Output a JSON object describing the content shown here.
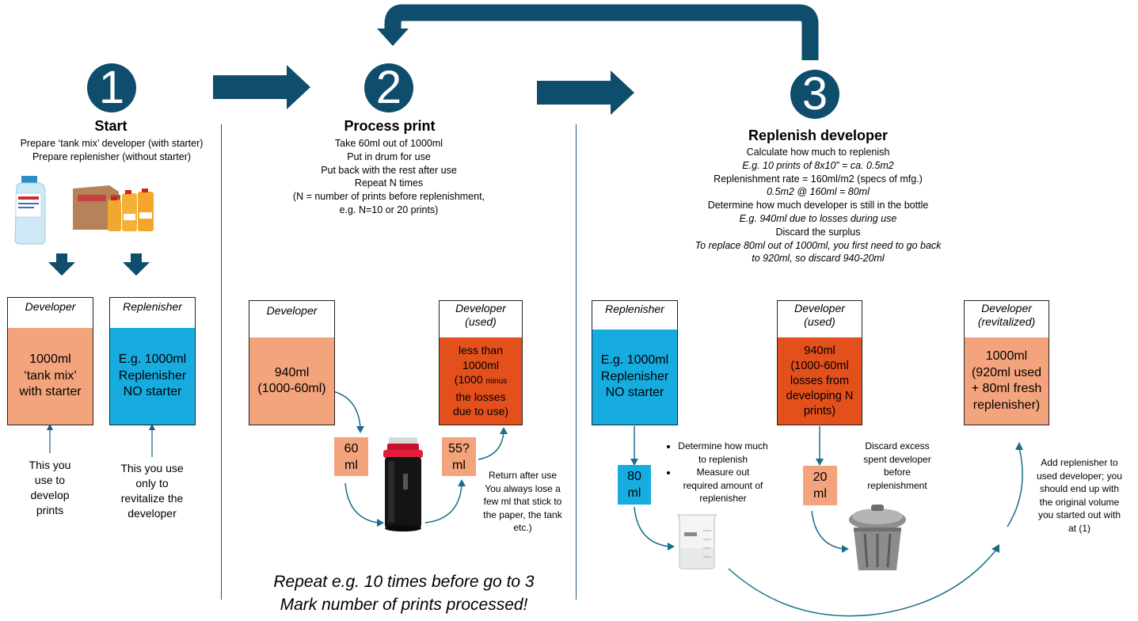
{
  "step1": {
    "number": "1",
    "title": "Start",
    "lines": [
      "Prepare ‘tank mix’ developer (with starter)",
      "Prepare replenisher (without starter)"
    ],
    "developer_box": {
      "label": "Developer",
      "content": [
        "1000ml",
        "‘tank mix’",
        "with starter"
      ]
    },
    "replenisher_box": {
      "label": "Replenisher",
      "content": [
        "E.g. 1000ml",
        "Replenisher",
        "NO starter"
      ]
    },
    "developer_note": [
      "This you",
      "use to",
      "develop",
      "prints"
    ],
    "replenisher_note": [
      "This you use",
      "only to",
      "revitalize the",
      "developer"
    ]
  },
  "step2": {
    "number": "2",
    "title": "Process print",
    "lines": [
      "Take 60ml out of 1000ml",
      "Put in drum for use",
      "Put back with the rest after use",
      "Repeat N times",
      "(N = number of prints before replenishment,",
      "e.g. N=10 or 20 prints)"
    ],
    "developer_box": {
      "label": "Developer",
      "content": [
        "940ml",
        "(1000-60ml)"
      ]
    },
    "used_box": {
      "label": [
        "Developer",
        "(used)"
      ],
      "content": [
        "less than",
        "1000ml",
        "(1000 ",
        "minus",
        "the losses",
        "due to use)"
      ]
    },
    "take_box": [
      "60",
      "ml"
    ],
    "return_box": [
      "55?",
      "ml"
    ],
    "return_note": [
      "Return after use",
      "You always lose a",
      "few ml that stick to",
      "the paper, the tank",
      "etc.)"
    ],
    "repeat_text": [
      "Repeat e.g. 10 times before go to 3",
      "Mark number of prints processed!"
    ]
  },
  "step3": {
    "number": "3",
    "title": "Replenish developer",
    "lines": [
      {
        "text": "Calculate how much to replenish",
        "italic": false
      },
      {
        "text": "E.g. 10 prints of 8x10” = ca. 0.5m2",
        "italic": true
      },
      {
        "text": "Replenishment rate = 160ml/m2 (specs of mfg.)",
        "italic": false
      },
      {
        "text": "0.5m2 @ 160ml = 80ml",
        "italic": true
      },
      {
        "text": "Determine how much developer is still in the bottle",
        "italic": false
      },
      {
        "text": "E.g. 940ml due to losses during use",
        "italic": true
      },
      {
        "text": "Discard the surplus",
        "italic": false
      },
      {
        "text": "To replace 80ml out of 1000ml, you first need to go back",
        "italic": true
      },
      {
        "text": "to 920ml, so discard 940-20ml",
        "italic": true
      }
    ],
    "replenisher_box": {
      "label": "Replenisher",
      "content": [
        "E.g. 1000ml",
        "Replenisher",
        "NO starter"
      ]
    },
    "used_box": {
      "label": [
        "Developer",
        "(used)"
      ],
      "content": [
        "940ml",
        "(1000-60ml",
        "losses from",
        "developing N",
        "prints)"
      ]
    },
    "revitalized_box": {
      "label": [
        "Developer",
        "(revitalized)"
      ],
      "content": [
        "1000ml",
        "(920ml used",
        "+ 80ml fresh",
        "replenisher)"
      ]
    },
    "measure_box": [
      "80",
      "ml"
    ],
    "discard_box": [
      "20",
      "ml"
    ],
    "measure_bullets": [
      "Determine how much to replenish",
      "Measure out required amount of replenisher"
    ],
    "discard_note": [
      "Discard excess",
      "spent developer",
      "before",
      "replenishment"
    ],
    "add_note": [
      "Add replenisher to",
      "used developer; you",
      "should end up with",
      "the original volume",
      "you started out with",
      "at (1)"
    ]
  },
  "colors": {
    "navy": "#0e4d6b",
    "salmon": "#f4a47c",
    "blue": "#16ace0",
    "orange": "#e4501b"
  }
}
